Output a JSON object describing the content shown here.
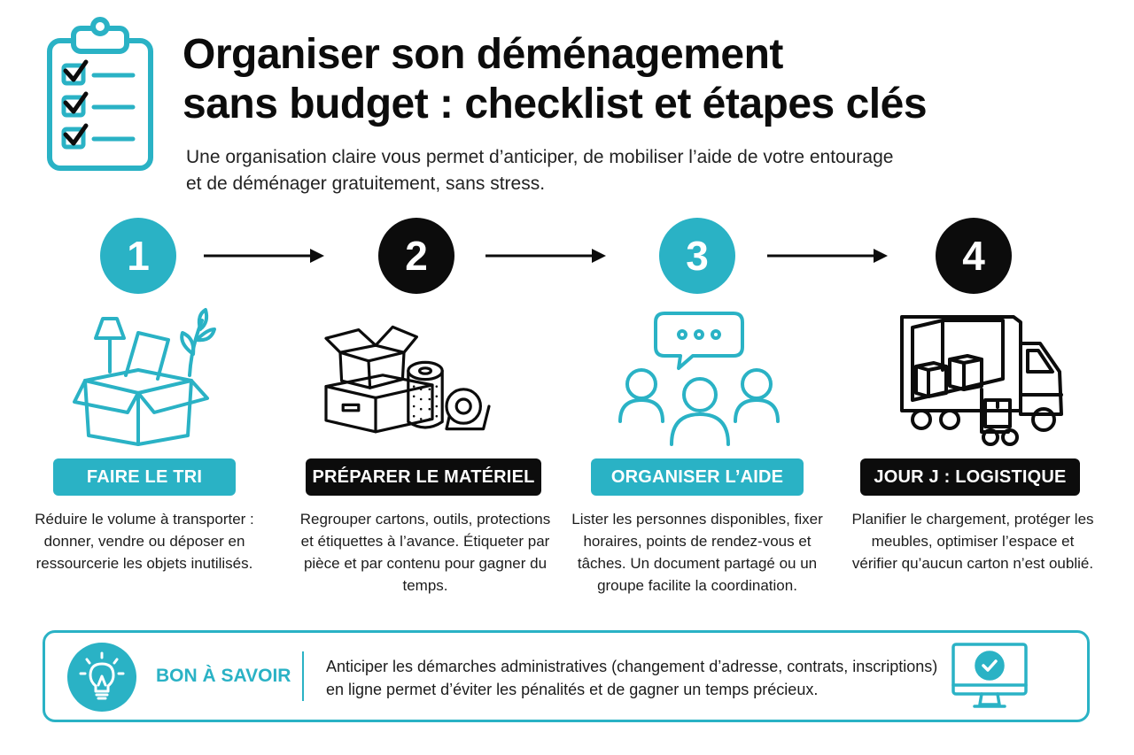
{
  "header": {
    "title_line1": "Organiser son déménagement",
    "title_line2": "sans budget : checklist et étapes clés",
    "subtitle_line1": "Une organisation claire vous permet d’anticiper, de mobiliser l’aide de votre entourage",
    "subtitle_line2": "et de déménager gratuitement, sans stress."
  },
  "colors": {
    "accent": "#2ab2c5",
    "dark": "#0c0c0c"
  },
  "steps": [
    {
      "number": "1",
      "label": "FAIRE LE TRI",
      "icon": "open-box-sorting-icon",
      "description": "Réduire le volume à transporter : donner, vendre ou déposer en ressourcerie les objets inutilisés."
    },
    {
      "number": "2",
      "label": "PRÉPARER LE MATÉRIEL",
      "icon": "packing-supplies-icon",
      "description": "Regrouper cartons, outils, protections et étiquettes à l’avance. Étiqueter par pièce et par contenu pour gagner du temps."
    },
    {
      "number": "3",
      "label": "ORGANISER L’AIDE",
      "icon": "people-group-chat-icon",
      "description": "Lister les personnes disponibles, fixer horaires, points de rendez-vous et tâches. Un document partagé ou un groupe facilite la coordination."
    },
    {
      "number": "4",
      "label": "JOUR J : LOGISTIQUE",
      "icon": "moving-truck-icon",
      "description": "Planifier le chargement, protéger les meubles, optimiser l’espace et vérifier qu’aucun carton n’est oublié."
    }
  ],
  "note": {
    "label": "BON À SAVOIR",
    "text_line1": "Anticiper les démarches administratives (changement d’adresse, contrats, inscriptions)",
    "text_line2": "en ligne permet d’éviter les pénalités et de gagner un temps précieux."
  }
}
